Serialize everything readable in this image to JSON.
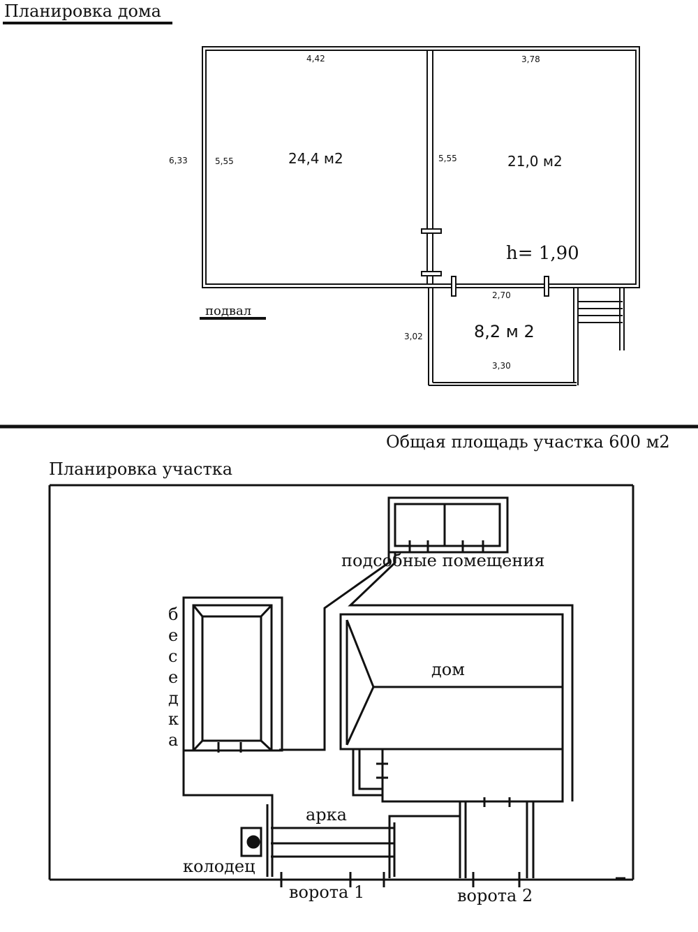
{
  "house_plan": {
    "title": "Планировка дома",
    "dims": {
      "top_left": "4,42",
      "top_right": "3,78",
      "outer_left": "6,33",
      "inner_left": "5,55",
      "inner_right": "5,55",
      "ext_top": "2,70",
      "ext_left": "3,02",
      "ext_bottom": "3,30"
    },
    "room1_area": "24,4 м2",
    "room2_area": "21,0 м2",
    "height": "h= 1,90",
    "ext_area": "8,2 м 2",
    "basement": "подвал"
  },
  "plot_plan": {
    "total_area": "Общая площадь участка 600 м2",
    "title": "Планировка участка",
    "utility": "подсобные помещения",
    "gazebo_letters": [
      "б",
      "е",
      "с",
      "е",
      "д",
      "к",
      "а"
    ],
    "house": "дом",
    "arch": "арка",
    "well": "колодец",
    "gate1": "ворота 1",
    "gate2": "ворота 2"
  }
}
